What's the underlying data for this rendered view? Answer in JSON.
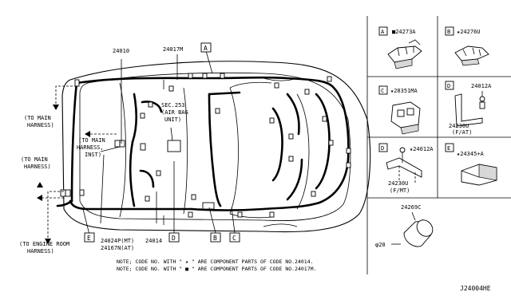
{
  "main_labels": {
    "p24010": "24010",
    "p24017m": "24017M",
    "sec_line1": "SEC.253",
    "sec_line2": "(AIR BAG",
    "sec_line3": "UNIT)",
    "to_main_1a": "(TO MAIN",
    "to_main_1b": "HARNESS)",
    "to_main_2a": "(TO MAIN",
    "to_main_2b": "HARNESS,",
    "to_main_2c": "INST)",
    "to_main_3a": "(TO MAIN",
    "to_main_3b": "HARNESS)",
    "to_engine_a": "(TO ENGINE ROOM",
    "to_engine_b": "HARNESS)",
    "p24024p": "24024P(MT)",
    "p24167n": "24167N(AT)",
    "p24014": "24014"
  },
  "callouts": {
    "a": "A",
    "b": "B",
    "c": "C",
    "d": "D",
    "e": "E"
  },
  "panels": {
    "a": {
      "letter": "A",
      "part": "■24273A"
    },
    "b": {
      "letter": "B",
      "part": "★24276U"
    },
    "c": {
      "letter": "C",
      "part": "★28351MA"
    },
    "d_at": {
      "letter": "D",
      "part_bolt": "24012A",
      "part_bracket": "24230U",
      "variant": "(F/AT)"
    },
    "d_mt": {
      "letter": "D",
      "part_bolt": "★24012A",
      "part_bracket": "24230U",
      "variant": "(F/MT)"
    },
    "e": {
      "letter": "E",
      "part": "★24345+A"
    },
    "grommet": {
      "part": "24269C",
      "dim": "φ20"
    }
  },
  "notes": {
    "line1": "NOTE; CODE NO. WITH \" ★ \" ARE COMPONENT PARTS OF CODE  NO.24014.",
    "line2": "NOTE; CODE NO. WITH \" ■ \" ARE COMPONENT PARTS OF CODE  NO.24017M."
  },
  "diagram_code": "J24004HE"
}
